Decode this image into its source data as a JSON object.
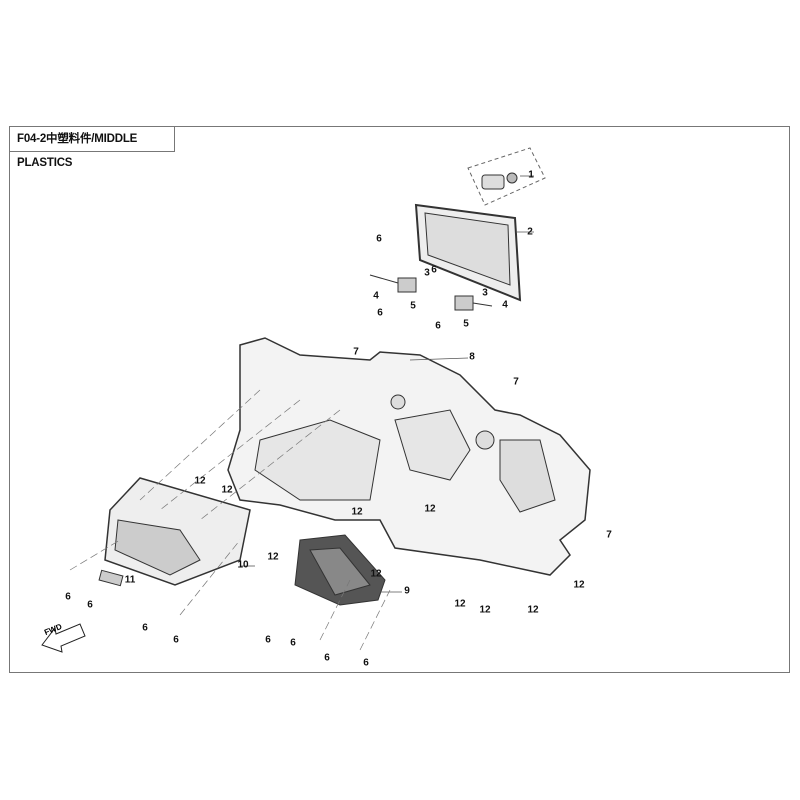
{
  "title": "F04-2中塑料件/MIDDLE PLASTICS",
  "fwd_label": "FWD",
  "callouts": [
    "1",
    "2",
    "6",
    "3",
    "4",
    "6",
    "5",
    "6",
    "3",
    "4",
    "6",
    "5",
    "7",
    "8",
    "7",
    "12",
    "12",
    "7",
    "12",
    "12",
    "12",
    "12",
    "10",
    "11",
    "6",
    "6",
    "6",
    "6",
    "9",
    "12",
    "12",
    "12",
    "12",
    "6",
    "6",
    "6",
    "6"
  ]
}
